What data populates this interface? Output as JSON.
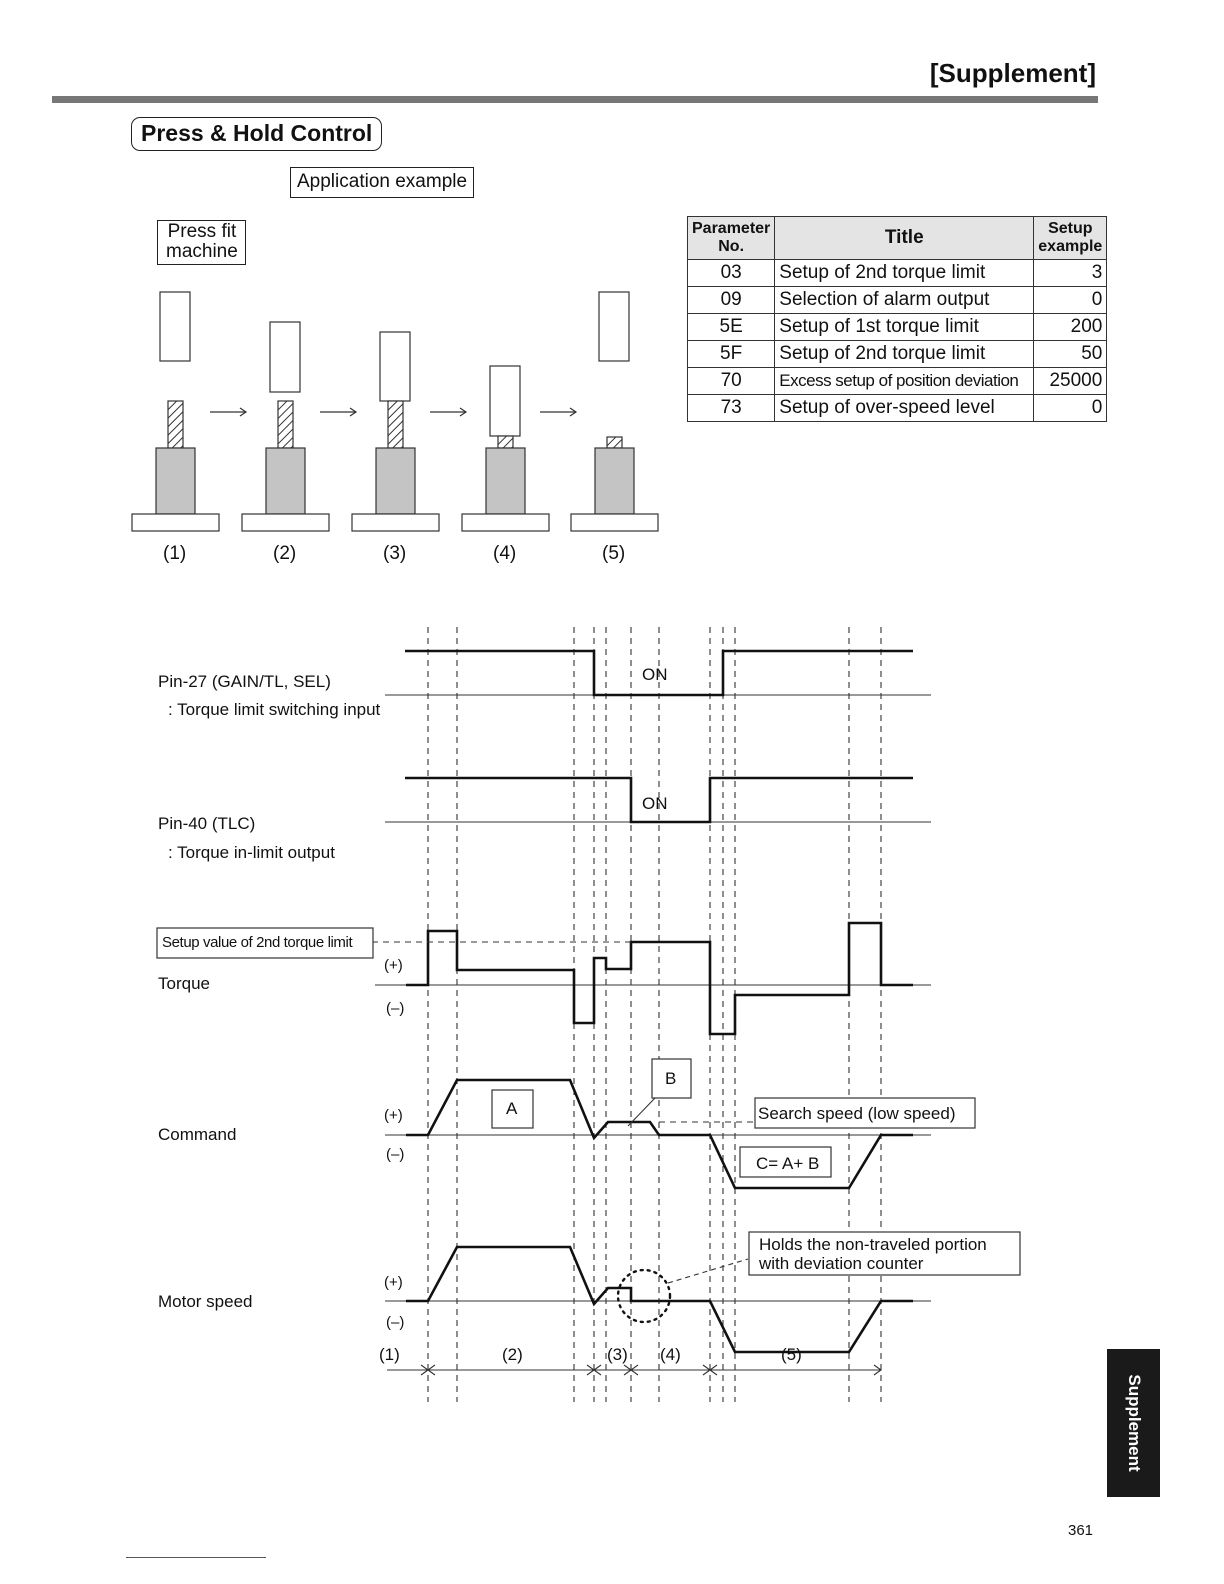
{
  "header": {
    "section": "[Supplement]"
  },
  "section_title": "Press & Hold Control",
  "application_label": "Application example",
  "machine_label": [
    "Press fit",
    "machine"
  ],
  "steps": [
    "(1)",
    "(2)",
    "(3)",
    "(4)",
    "(5)"
  ],
  "table": {
    "headers": {
      "no": [
        "Parameter",
        "No."
      ],
      "title": "Title",
      "example": [
        "Setup",
        "example"
      ]
    },
    "rows": [
      {
        "no": "03",
        "title": "Setup of 2nd torque limit",
        "value": "3"
      },
      {
        "no": "09",
        "title": "Selection of alarm output",
        "value": "0"
      },
      {
        "no": "5E",
        "title": "Setup of 1st torque limit",
        "value": "200"
      },
      {
        "no": "5F",
        "title": "Setup of 2nd torque limit",
        "value": "50"
      },
      {
        "no": "70",
        "title": "Excess setup of position deviation",
        "value": "25000"
      },
      {
        "no": "73",
        "title": "Setup of over-speed level",
        "value": "0"
      }
    ]
  },
  "timing": {
    "pin27": {
      "name": "Pin-27 (GAIN/TL, SEL)",
      "desc": ": Torque limit switching input",
      "state": "ON"
    },
    "pin40": {
      "name": "Pin-40 (TLC)",
      "desc": ": Torque in-limit output",
      "state": "ON"
    },
    "torque": {
      "name": "Torque",
      "limit_label": "Setup value of 2nd torque limit"
    },
    "command": {
      "name": "Command",
      "label_a": "A",
      "label_b": "B",
      "search": "Search speed (low speed)",
      "formula": "C= A+ B"
    },
    "motor": {
      "name": "Motor speed",
      "note": [
        "Holds the non-traveled portion",
        "with deviation counter"
      ]
    },
    "plus": "(+)",
    "minus": "(–)",
    "phases": [
      "(1)",
      "(2)",
      "(3)",
      "(4)",
      "(5)"
    ]
  },
  "tab_label": "Supplement",
  "page_number": "361"
}
